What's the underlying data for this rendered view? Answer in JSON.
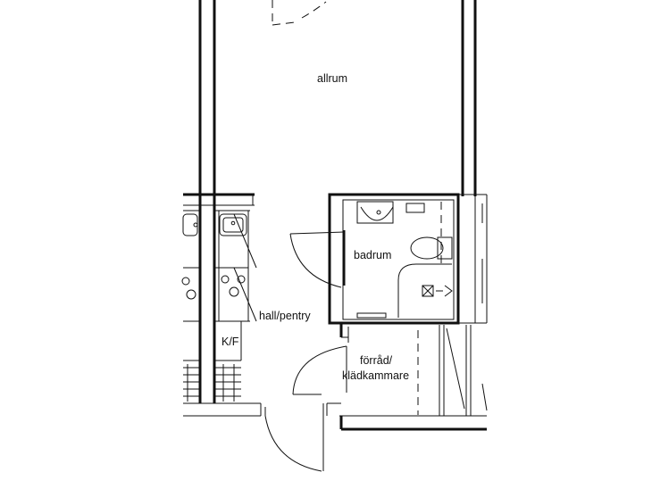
{
  "floor_plan": {
    "rooms": [
      {
        "id": "allrum",
        "label": "allrum"
      },
      {
        "id": "badrum",
        "label": "badrum"
      },
      {
        "id": "hall",
        "label": "hall/pentry"
      },
      {
        "id": "kf",
        "label": "K/F"
      },
      {
        "id": "forrad",
        "label_line1": "förråd/",
        "label_line2": "klädkammare"
      }
    ],
    "colors": {
      "line": "#111111",
      "background": "#ffffff"
    }
  }
}
